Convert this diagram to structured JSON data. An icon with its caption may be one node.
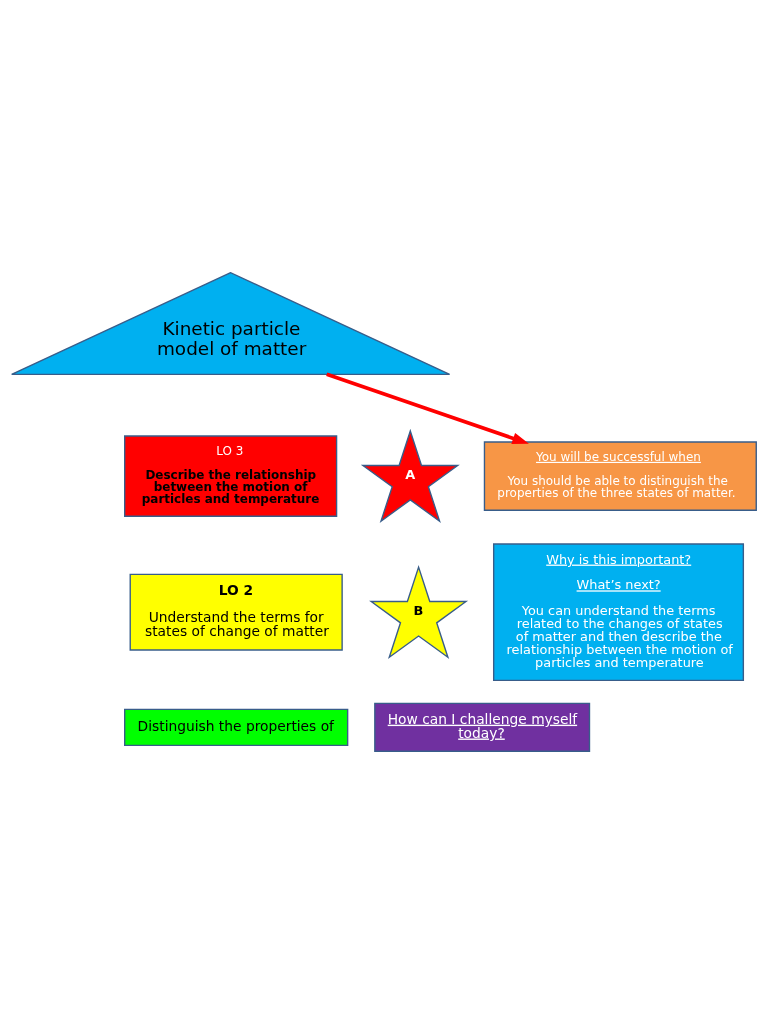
{
  "diagram": {
    "nodes": [
      {
        "text": [
          "Kinetic particle model of matter"
        ]
      },
      {
        "text": [
          "LO 3",
          "Describe the relationship between the motion of particles and temperature"
        ]
      },
      {
        "text": [
          "A"
        ]
      },
      {
        "text": [
          "LO 2",
          "Understand the terms for states of change of matter"
        ]
      },
      {
        "text": [
          "B"
        ]
      },
      {
        "text": [
          "Distinguish the properties of"
        ]
      },
      {
        "text": [
          "You will be successful when",
          "You should be able to distinguish the properties of the three states of matter."
        ]
      },
      {
        "text": [
          "Why is this important?",
          "What’s next?",
          "You can understand the terms related to the changes of states of matter and then describe the relationship between the motion of particles and temperature"
        ]
      },
      {
        "text": [
          "How can I challenge myself today?"
        ]
      }
    ],
    "edges": [
      {
        "from": 0,
        "to": 6,
        "arrow": "to"
      }
    ]
  }
}
